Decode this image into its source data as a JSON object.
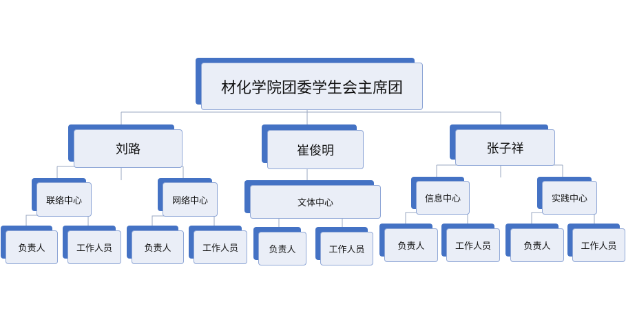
{
  "colors": {
    "accent": "#4472c4",
    "box_fill": "#eaeef7",
    "box_border": "#8ea6d6",
    "connector": "#9aa7c0",
    "text": "#111111"
  },
  "org_chart": {
    "root": {
      "label": "材化学院团委学生会主席团"
    },
    "chairs": [
      {
        "label": "刘路",
        "centers": [
          {
            "label": "联络中心",
            "roles": [
              "负责人",
              "工作人员"
            ]
          },
          {
            "label": "网络中心",
            "roles": [
              "负责人",
              "工作人员"
            ]
          }
        ]
      },
      {
        "label": "崔俊明",
        "centers": [
          {
            "label": "文体中心",
            "roles": [
              "负责人",
              "工作人员"
            ]
          }
        ]
      },
      {
        "label": "张子祥",
        "centers": [
          {
            "label": "信息中心",
            "roles": [
              "负责人",
              "工作人员"
            ]
          },
          {
            "label": "实践中心",
            "roles": [
              "负责人",
              "工作人员"
            ]
          }
        ]
      }
    ]
  }
}
